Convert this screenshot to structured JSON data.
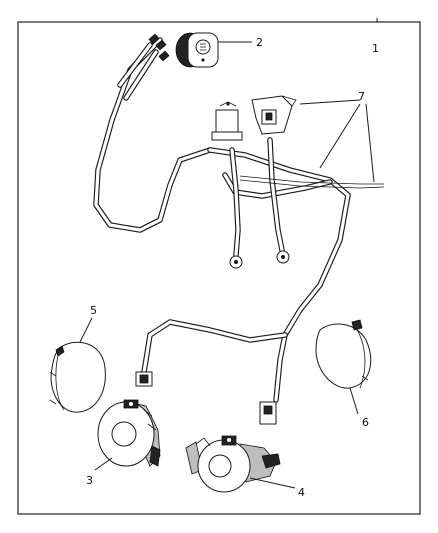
{
  "callouts": {
    "c1": "1",
    "c2": "2",
    "c3": "3",
    "c4": "4",
    "c5": "5",
    "c6": "6",
    "c7": "7"
  },
  "colors": {
    "line": "#1a1a1a",
    "background": "#ffffff",
    "frame": "#222222"
  },
  "parts": [
    {
      "id": "1",
      "name": "wiring-harness-assembly"
    },
    {
      "id": "2",
      "name": "fog-lamp-switch"
    },
    {
      "id": "3",
      "name": "left-fog-lamp"
    },
    {
      "id": "4",
      "name": "right-fog-lamp"
    },
    {
      "id": "5",
      "name": "left-lamp-cover"
    },
    {
      "id": "6",
      "name": "right-lamp-cover"
    },
    {
      "id": "7",
      "name": "relay-and-fuse-connectors"
    }
  ]
}
